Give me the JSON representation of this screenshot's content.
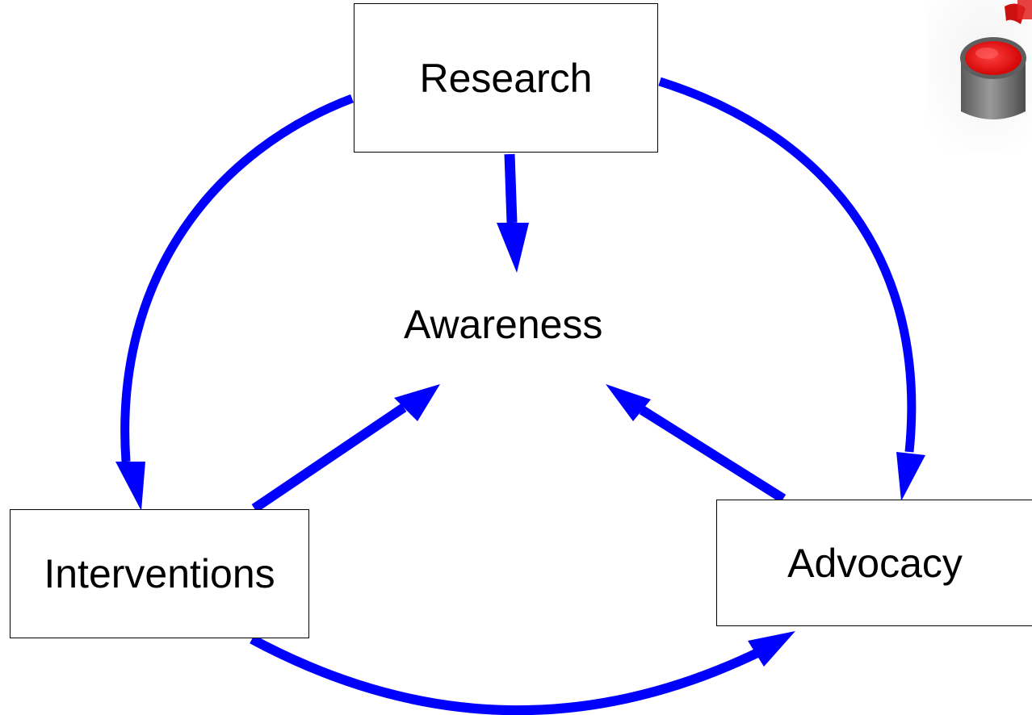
{
  "diagram": {
    "nodes": {
      "research": "Research",
      "awareness": "Awareness",
      "interventions": "Interventions",
      "advocacy": "Advocacy"
    },
    "edges": [
      {
        "from": "research",
        "to": "awareness"
      },
      {
        "from": "research",
        "to": "interventions"
      },
      {
        "from": "research",
        "to": "advocacy"
      },
      {
        "from": "interventions",
        "to": "awareness"
      },
      {
        "from": "advocacy",
        "to": "awareness"
      },
      {
        "from": "interventions",
        "to": "advocacy"
      }
    ],
    "arrow_color": "#0000ff",
    "box_border_color": "#000000",
    "image": "paint-can-icon"
  }
}
